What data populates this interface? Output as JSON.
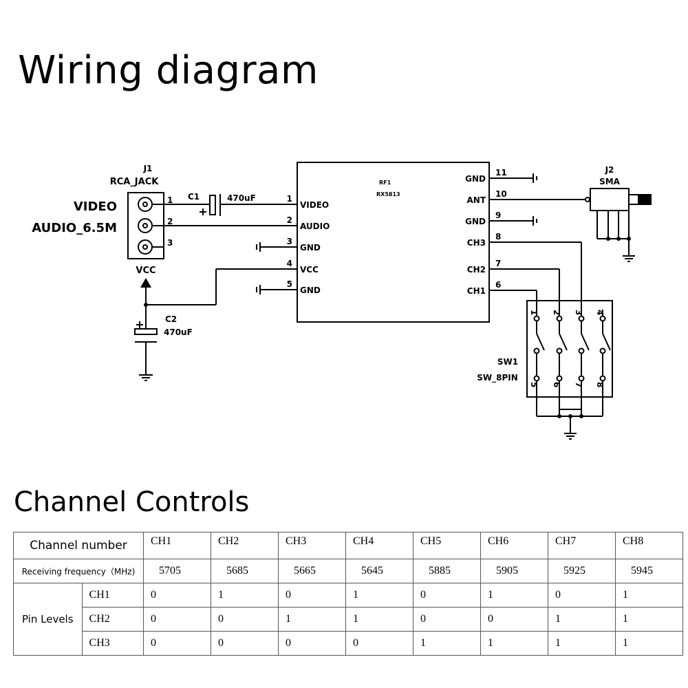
{
  "title": "Wiring diagram",
  "section_title": "Channel Controls",
  "schematic": {
    "j1": {
      "ref": "J1",
      "name": "RCA_JACK",
      "pins": [
        "1",
        "2",
        "3"
      ]
    },
    "left_labels": [
      "VIDEO",
      "AUDIO_6.5M"
    ],
    "vcc_label": "VCC",
    "c1": {
      "ref": "C1",
      "value": "470uF"
    },
    "c2": {
      "ref": "C2",
      "value": "470uF"
    },
    "module": {
      "ref": "RF1",
      "part": "RX5813",
      "left_pins": [
        {
          "num": "1",
          "name": "VIDEO"
        },
        {
          "num": "2",
          "name": "AUDIO"
        },
        {
          "num": "3",
          "name": "GND"
        },
        {
          "num": "4",
          "name": "VCC"
        },
        {
          "num": "5",
          "name": "GND"
        }
      ],
      "right_pins": [
        {
          "num": "11",
          "name": "GND"
        },
        {
          "num": "10",
          "name": "ANT"
        },
        {
          "num": "9",
          "name": "GND"
        },
        {
          "num": "8",
          "name": "CH3"
        },
        {
          "num": "7",
          "name": "CH2"
        },
        {
          "num": "6",
          "name": "CH1"
        }
      ]
    },
    "j2": {
      "ref": "J2",
      "name": "SMA"
    },
    "sw1": {
      "ref": "SW1",
      "name": "SW_8PIN",
      "top_pins": [
        "1",
        "2",
        "3",
        "4"
      ],
      "bottom_pins": [
        "5",
        "6",
        "7",
        "8"
      ]
    }
  },
  "table": {
    "header_label": "Channel number",
    "freq_label": "Receiving frequency（MHz)",
    "pin_levels_label": "Pin Levels",
    "channels": [
      "CH1",
      "CH2",
      "CH3",
      "CH4",
      "CH5",
      "CH6",
      "CH7",
      "CH8"
    ],
    "frequencies": [
      "5705",
      "5685",
      "5665",
      "5645",
      "5885",
      "5905",
      "5925",
      "5945"
    ],
    "pin_rows": [
      {
        "pin": "CH1",
        "levels": [
          "0",
          "1",
          "0",
          "1",
          "0",
          "1",
          "0",
          "1"
        ]
      },
      {
        "pin": "CH2",
        "levels": [
          "0",
          "0",
          "1",
          "1",
          "0",
          "0",
          "1",
          "1"
        ]
      },
      {
        "pin": "CH3",
        "levels": [
          "0",
          "0",
          "0",
          "0",
          "1",
          "1",
          "1",
          "1"
        ]
      }
    ]
  }
}
